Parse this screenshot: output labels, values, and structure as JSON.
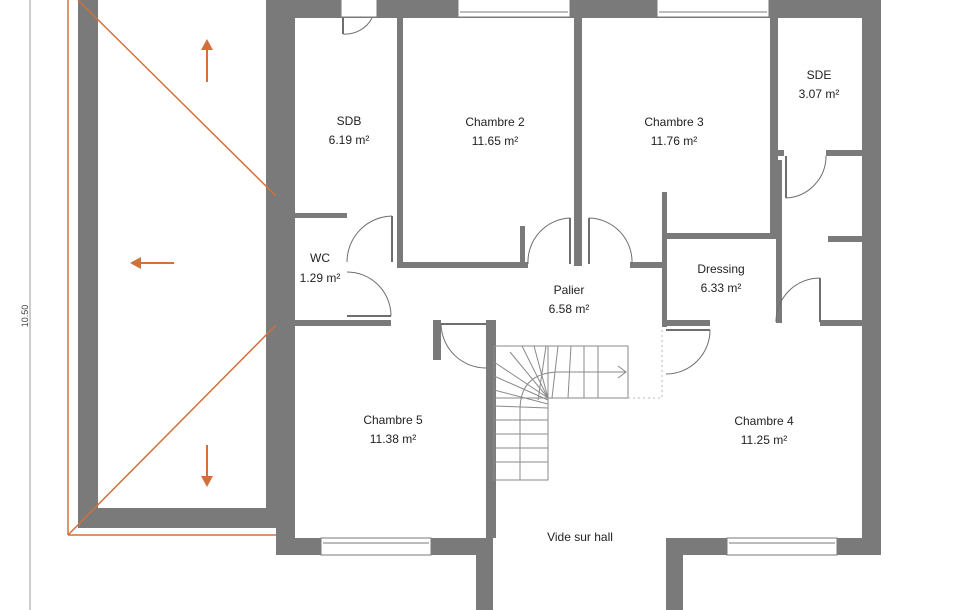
{
  "plan": {
    "dimension_label": "10.50",
    "accent_color": "#d1703a",
    "wall_color": "#7a7a7a",
    "rooms": [
      {
        "name": "SDB",
        "area": "6.19 m²"
      },
      {
        "name": "Chambre 2",
        "area": "11.65 m²"
      },
      {
        "name": "Chambre 3",
        "area": "11.76 m²"
      },
      {
        "name": "SDE",
        "area": "3.07 m²"
      },
      {
        "name": "WC",
        "area": "1.29 m²"
      },
      {
        "name": "Palier",
        "area": "6.58 m²"
      },
      {
        "name": "Dressing",
        "area": "6.33 m²"
      },
      {
        "name": "Chambre 5",
        "area": "11.38 m²"
      },
      {
        "name": "Chambre 4",
        "area": "11.25 m²"
      },
      {
        "name": "Vide sur hall",
        "area": ""
      }
    ]
  }
}
